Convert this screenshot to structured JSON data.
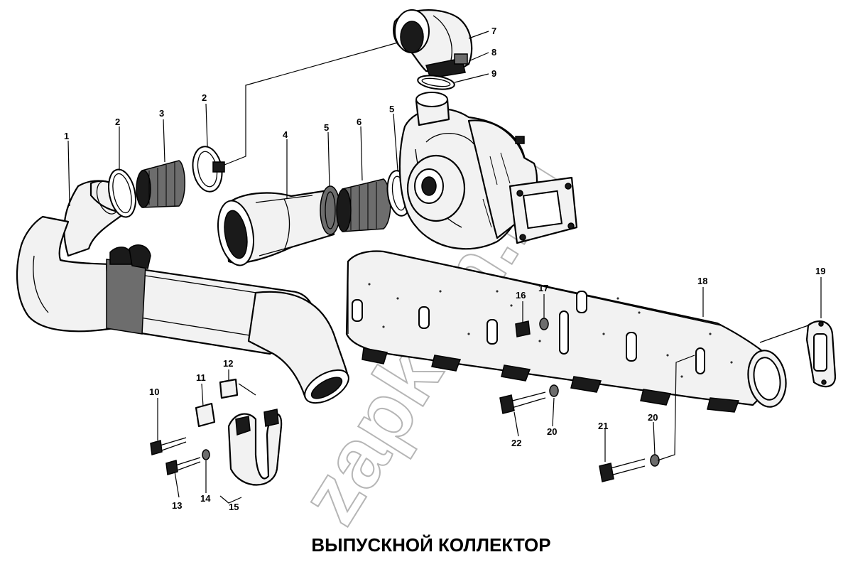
{
  "title": "ВЫПУСКНОЙ КОЛЛЕКТОР",
  "watermark": "zapkam.ru",
  "callouts": [
    "1",
    "2",
    "2",
    "3",
    "4",
    "5",
    "6",
    "5",
    "7",
    "8",
    "9",
    "10",
    "11",
    "12",
    "13",
    "14",
    "15",
    "16",
    "17",
    "18",
    "19",
    "20",
    "20",
    "21",
    "22"
  ]
}
